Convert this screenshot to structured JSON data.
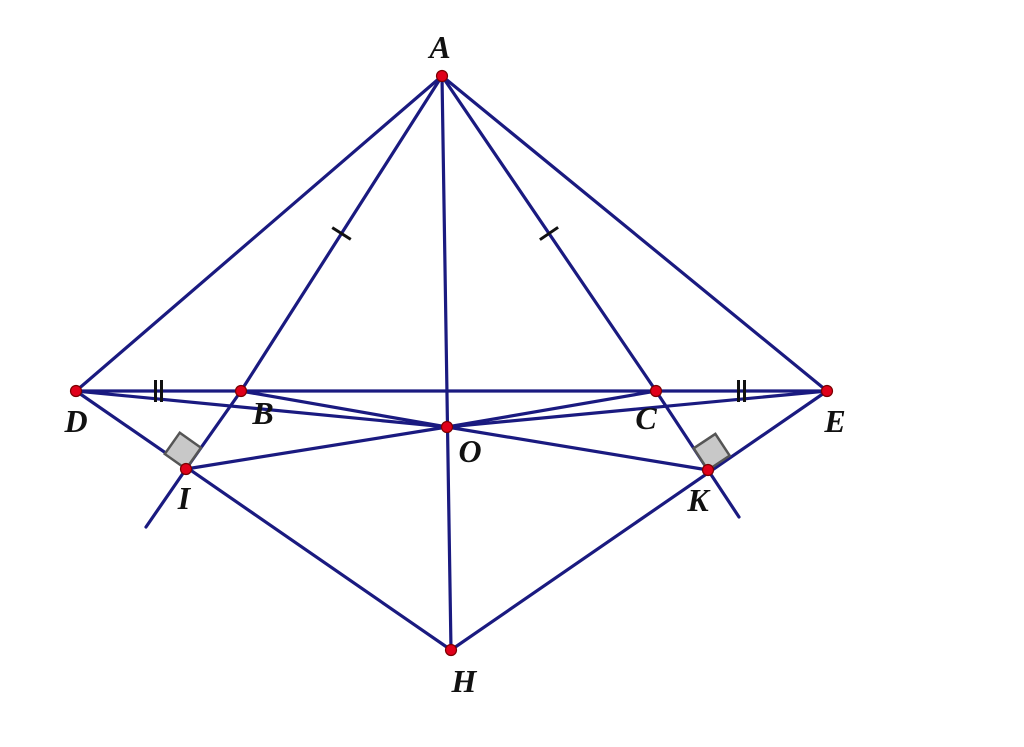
{
  "points": [
    {
      "id": "A",
      "label": "A"
    },
    {
      "id": "B",
      "label": "B"
    },
    {
      "id": "C",
      "label": "C"
    },
    {
      "id": "D",
      "label": "D"
    },
    {
      "id": "E",
      "label": "E"
    },
    {
      "id": "O",
      "label": "O"
    },
    {
      "id": "I",
      "label": "I"
    },
    {
      "id": "K",
      "label": "K"
    },
    {
      "id": "H",
      "label": "H"
    }
  ],
  "segments": [
    [
      "A",
      "D"
    ],
    [
      "A",
      "E"
    ],
    [
      "A",
      "B"
    ],
    [
      "A",
      "C"
    ],
    [
      "A",
      "H"
    ],
    [
      "D",
      "E"
    ],
    [
      "D",
      "H"
    ],
    [
      "E",
      "H"
    ],
    [
      "D",
      "O"
    ],
    [
      "E",
      "O"
    ],
    [
      "B",
      "O"
    ],
    [
      "C",
      "O"
    ],
    [
      "I",
      "O"
    ],
    [
      "K",
      "O"
    ],
    [
      "I",
      "B"
    ],
    [
      "K",
      "C"
    ]
  ],
  "equal_marks": {
    "single": [
      [
        "A",
        "B"
      ],
      [
        "A",
        "C"
      ]
    ],
    "double": [
      [
        "D",
        "B"
      ],
      [
        "C",
        "E"
      ]
    ]
  },
  "right_angles": [
    "I",
    "K"
  ],
  "colors": {
    "line": "#1a1a80",
    "point": "#e0001a",
    "tick": "#111111",
    "right_angle_fill": "#c8c8c8"
  }
}
